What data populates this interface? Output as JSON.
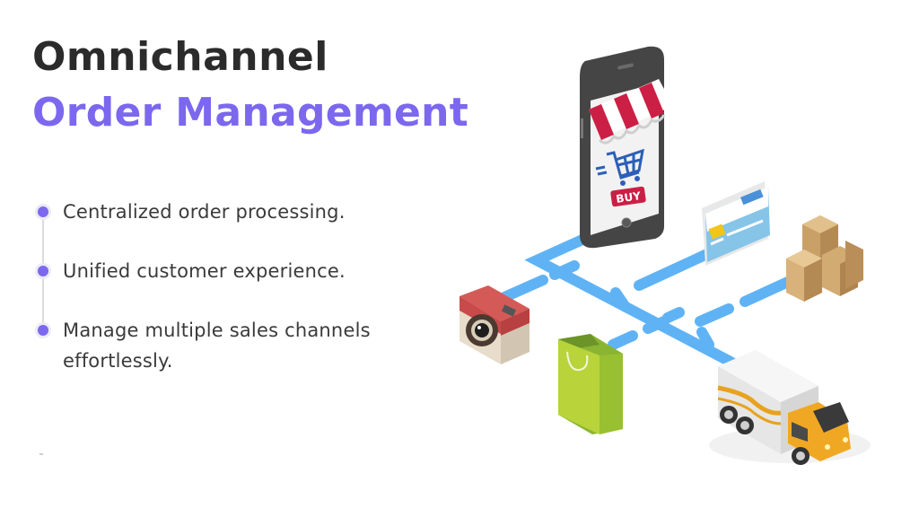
{
  "slide": {
    "title_line1": "Omnichannel",
    "title_line2": "Order Management",
    "accent_color": "#7b68ee",
    "title_color": "#2b2b2b"
  },
  "bullets": [
    {
      "text": "Centralized order processing."
    },
    {
      "text": "Unified customer experience."
    },
    {
      "text": "Manage multiple sales channels"
    },
    {
      "text": "effortlessly."
    }
  ],
  "illustration": {
    "phone": {
      "button_label": "BUY",
      "icons": [
        "awning-icon",
        "shopping-cart-icon"
      ]
    },
    "channels": [
      "credit-card-icon",
      "boxes-icon",
      "camera-icon",
      "shopping-bag-icon",
      "delivery-truck-icon"
    ],
    "network_color": "#5fb3f5"
  }
}
